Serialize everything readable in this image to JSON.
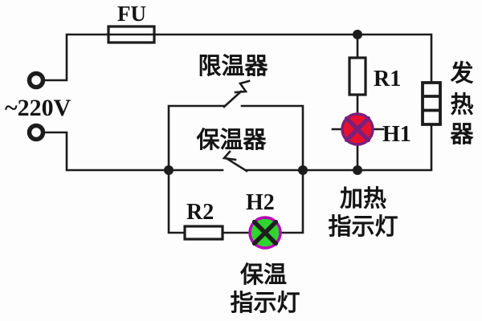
{
  "diagram": {
    "source_label": "~220V",
    "fuse_label": "FU",
    "temp_limiter_label": "限温器",
    "keep_warm_label": "保温器",
    "r1_label": "R1",
    "h1_label": "H1",
    "r2_label": "R2",
    "h2_label": "H2",
    "heater_chars": [
      "发",
      "热",
      "器"
    ],
    "heating_indicator_lines": [
      "加热",
      "指示灯"
    ],
    "warm_indicator_lines": [
      "保温",
      "指示灯"
    ]
  },
  "colors": {
    "wire": "#1c1c1c",
    "h1_fill": "#e8112d",
    "h1_ring": "#7b1f7b",
    "h1_cross": "#7b1f7b",
    "h2_fill": "#2ed52e",
    "h2_ring": "#bb00bb",
    "h2_cross": "#1f1f1f"
  }
}
